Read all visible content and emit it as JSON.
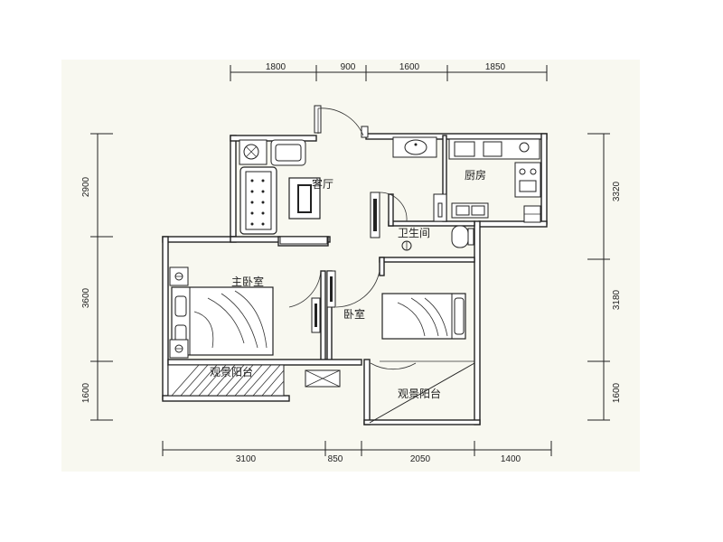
{
  "dimensions": {
    "top": [
      "1800",
      "900",
      "1600",
      "1850"
    ],
    "bottom": [
      "3100",
      "850",
      "2050",
      "1400"
    ],
    "left": [
      "2900",
      "3600",
      "1600"
    ],
    "right": [
      "3320",
      "3180",
      "1600"
    ]
  },
  "rooms": {
    "living_room": "客厅",
    "kitchen": "厨房",
    "bathroom": "卫生间",
    "master_bedroom": "主卧室",
    "bedroom": "卧室",
    "balcony_left": "观景阳台",
    "balcony_right": "观景阳台"
  }
}
